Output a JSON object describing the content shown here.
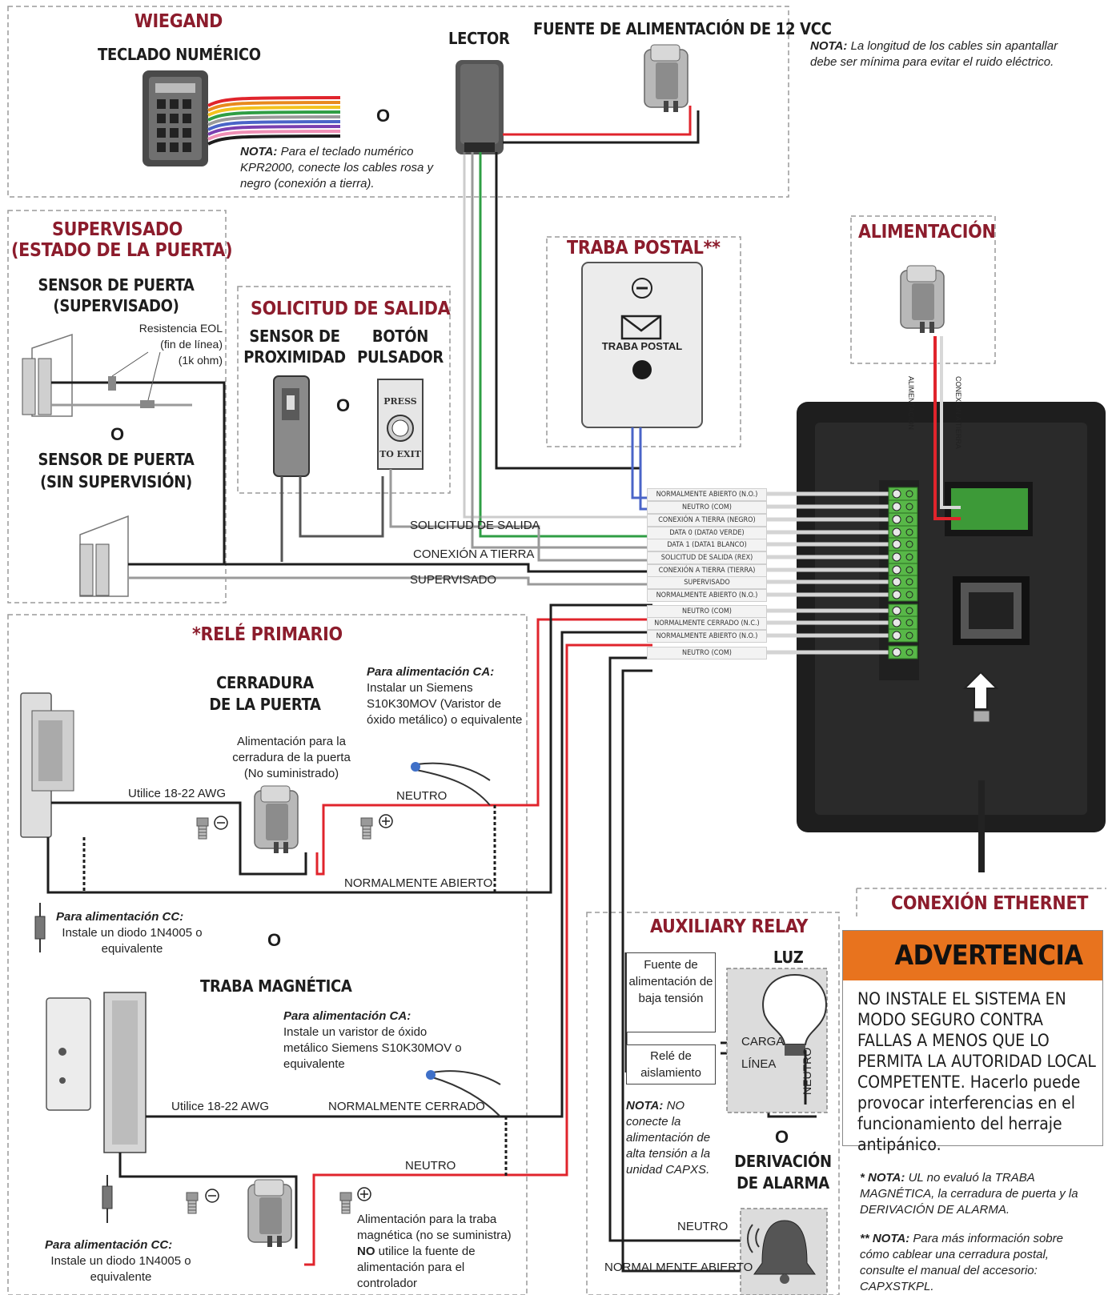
{
  "wiegand": {
    "title": "WIEGAND",
    "keypad_title": "TECLADO NUMÉRICO",
    "or": "O",
    "keypad_note_bold": "NOTA:",
    "keypad_note": "Para el teclado numérico KPR2000, conecte los cables rosa y negro (conexión a tierra)."
  },
  "reader": {
    "title": "LECTOR"
  },
  "power12": {
    "title": "FUENTE DE ALIMENTACIÓN DE 12 VCC"
  },
  "cable_note": {
    "bold": "NOTA:",
    "text": "La longitud de los cables sin apantallar debe ser mínima para evitar el ruido eléctrico."
  },
  "supervised": {
    "title_line1": "SUPERVISADO",
    "title_line2": "(ESTADO DE LA PUERTA)",
    "sensor_supervised_1": "SENSOR DE PUERTA",
    "sensor_supervised_2": "(SUPERVISADO)",
    "eol_1": "Resistencia EOL",
    "eol_2": "(fin de línea)",
    "eol_3": "(1k ohm)",
    "or": "O",
    "sensor_unsupervised_1": "SENSOR DE PUERTA",
    "sensor_unsupervised_2": "(SIN SUPERVISIÓN)"
  },
  "exit_request": {
    "title": "SOLICITUD DE SALIDA",
    "proximity_1": "SENSOR DE",
    "proximity_2": "PROXIMIDAD",
    "or": "O",
    "button_1": "BOTÓN",
    "button_2": "PULSADOR",
    "press_1": "PRESS",
    "press_2": "TO EXIT"
  },
  "postal": {
    "title": "TRABA POSTAL**",
    "label": "TRABA POSTAL"
  },
  "power_supply": {
    "title": "ALIMENTACIÓN",
    "wire_ground": "CONEXIÓN A TIERRA",
    "wire_power": "ALIMENTACIÓN"
  },
  "wire_labels": {
    "exit_request": "SOLICITUD DE SALIDA",
    "ground": "CONEXIÓN A TIERRA",
    "supervised": "SUPERVISADO"
  },
  "terminals": [
    "NORMALMENTE ABIERTO (N.O.)",
    "NEUTRO (COM)",
    "CONEXIÓN A TIERRA (NEGRO)",
    "DATA 0 (DATA0 VERDE)",
    "DATA 1 (DATA1 BLANCO)",
    "SOLICITUD DE SALIDA (REX)",
    "CONEXIÓN A TIERRA (TIERRA)",
    "SUPERVISADO",
    "NORMALMENTE ABIERTO (N.O.)",
    "NEUTRO (COM)",
    "NORMALMENTE CERRADO (N.C.)",
    "NORMALMENTE ABIERTO (N.O.)",
    "NEUTRO (COM)"
  ],
  "primary_relay": {
    "title": "*RELÉ PRIMARIO",
    "lock_1": "CERRADURA",
    "lock_2": "DE LA PUERTA",
    "lock_power": "Alimentación para la cerradura de la puerta (No suministrado)",
    "ac_bold": "Para alimentación CA:",
    "ac_text": "Instalar un Siemens S10K30MOV (Varistor de óxido metálico) o equivalente",
    "awg": "Utilice 18-22 AWG",
    "neutral": "NEUTRO",
    "normally_open": "NORMALMENTE ABIERTO",
    "dc_bold": "Para alimentación CC:",
    "dc_text": "Instale un diodo 1N4005 o equivalente",
    "or": "O"
  },
  "maglock": {
    "title": "TRABA MAGNÉTICA",
    "ac_bold": "Para alimentación CA:",
    "ac_text": "Instale un varistor de óxido metálico Siemens S10K30MOV o equivalente",
    "awg": "Utilice 18-22 AWG",
    "normally_closed": "NORMALMENTE CERRADO",
    "neutral": "NEUTRO",
    "power_text": "Alimentación para la traba magnética (no se suministra)",
    "no_bold": "NO",
    "no_text": "utilice la fuente de alimentación para el controlador",
    "dc_bold": "Para alimentación CC:",
    "dc_text": "Instale un diodo 1N4005 o equivalente"
  },
  "aux_relay": {
    "title": "AUXILIARY RELAY",
    "light": "LUZ",
    "low_voltage": "Fuente de alimentación de baja tensión",
    "isolation": "Relé de aislamiento",
    "load": "CARGA",
    "line": "LÍNEA",
    "neutral_v": "NEUTRO",
    "note_bold": "NOTA:",
    "note_text": "NO conecte la alimentación de alta tensión a la unidad CAPXS.",
    "or": "O",
    "alarm_1": "DERIVACIÓN",
    "alarm_2": "DE ALARMA",
    "neutral": "NEUTRO",
    "normally_open": "NORMALMENTE ABIERTO"
  },
  "ethernet": {
    "title": "CONEXIÓN ETHERNET"
  },
  "warning": {
    "title": "ADVERTENCIA",
    "text": "NO INSTALE EL SISTEMA EN MODO SEGURO CONTRA FALLAS A MENOS QUE LO PERMITA LA AUTORIDAD LOCAL COMPETENTE. Hacerlo puede provocar interferencias en el funcionamiento del herraje antipánico."
  },
  "footnotes": {
    "ul_bold": "* NOTA:",
    "ul_text": "UL no evaluó la TRABA MAGNÉTICA, la cerradura de puerta y la DERIVACIÓN DE ALARMA.",
    "acc_bold": "** NOTA:",
    "acc_text": "Para más información sobre cómo cablear una cerradura postal, consulte el manual del accesorio: CAPXSTKPL."
  },
  "colors": {
    "title_red": "#8c1c2c",
    "wire_red": "#e0242c",
    "wire_green": "#2f9e44",
    "wire_blue": "#4a64c8",
    "wire_gray": "#9a9a9a",
    "wire_black": "#1d1d1d",
    "terminal_green": "#58b848",
    "warning_orange": "#e8731e"
  }
}
